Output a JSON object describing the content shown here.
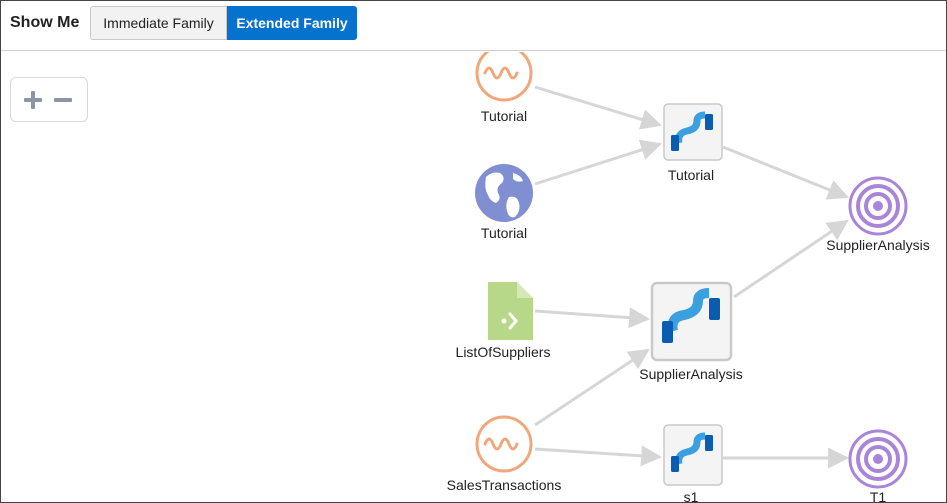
{
  "toolbar": {
    "show_me_label": "Show Me",
    "immediate_family_label": "Immediate Family",
    "extended_family_label": "Extended Family"
  },
  "colors": {
    "accent": "#0572ce",
    "dataset_orange": "#f0a77c",
    "target_purple": "#a985d9",
    "file_green": "#b8d889",
    "globe_blue": "#7f8fd1",
    "edge_gray": "#d6d6d6"
  },
  "zoom": {
    "zoom_in_icon": "plus-icon",
    "zoom_out_icon": "minus-icon"
  },
  "graph": {
    "nodes": [
      {
        "id": "tutorial-wave",
        "label": "Tutorial",
        "icon": "wave-dataset-icon"
      },
      {
        "id": "tutorial-globe",
        "label": "Tutorial",
        "icon": "globe-icon"
      },
      {
        "id": "list-of-suppliers",
        "label": "ListOfSuppliers",
        "icon": "file-icon"
      },
      {
        "id": "sales-transactions",
        "label": "SalesTransactions",
        "icon": "wave-dataset-icon"
      },
      {
        "id": "tutorial-flow",
        "label": "Tutorial",
        "icon": "data-flow-icon"
      },
      {
        "id": "supplier-analysis-flow",
        "label": "SupplierAnalysis",
        "icon": "data-flow-icon"
      },
      {
        "id": "s1-flow",
        "label": "s1",
        "icon": "data-flow-icon"
      },
      {
        "id": "supplier-analysis-target",
        "label": "SupplierAnalysis",
        "icon": "target-icon"
      },
      {
        "id": "t1-target",
        "label": "T1",
        "icon": "target-icon"
      }
    ]
  }
}
